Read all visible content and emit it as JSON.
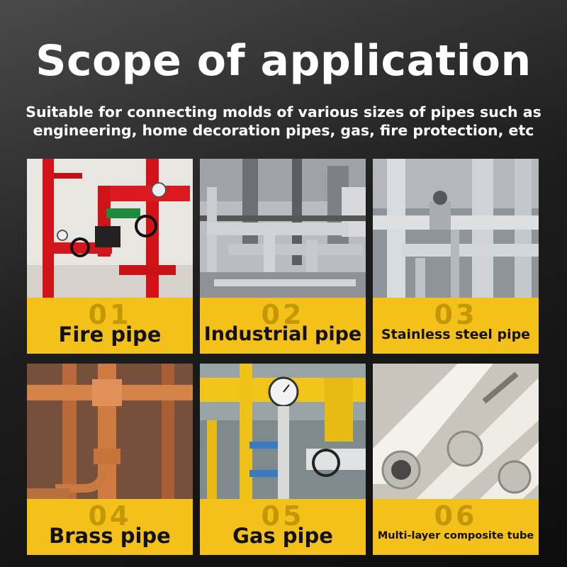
{
  "header": {
    "title": "Scope of application",
    "subtitle_line1": "Suitable for connecting molds of various sizes of pipes such as",
    "subtitle_line2": "engineering, home decoration pipes, gas, fire protection, etc"
  },
  "colors": {
    "label_bar": "#f4c11b",
    "number_text": "#c49705",
    "label_text": "#111111"
  },
  "cards": [
    {
      "number": "01",
      "label": "Fire pipe",
      "photo": "red-fire-sprinkler-pipes-photo"
    },
    {
      "number": "02",
      "label": "Industrial pipe",
      "photo": "industrial-refinery-pipes-photo"
    },
    {
      "number": "03",
      "label": "Stainless steel pipe",
      "photo": "stainless-steel-pipes-photo"
    },
    {
      "number": "04",
      "label": "Brass pipe",
      "photo": "copper-brass-pipes-photo"
    },
    {
      "number": "05",
      "label": "Gas pipe",
      "photo": "yellow-gas-pipes-photo"
    },
    {
      "number": "06",
      "label": "Multi-layer composite tube",
      "photo": "white-composite-tubes-photo"
    }
  ]
}
